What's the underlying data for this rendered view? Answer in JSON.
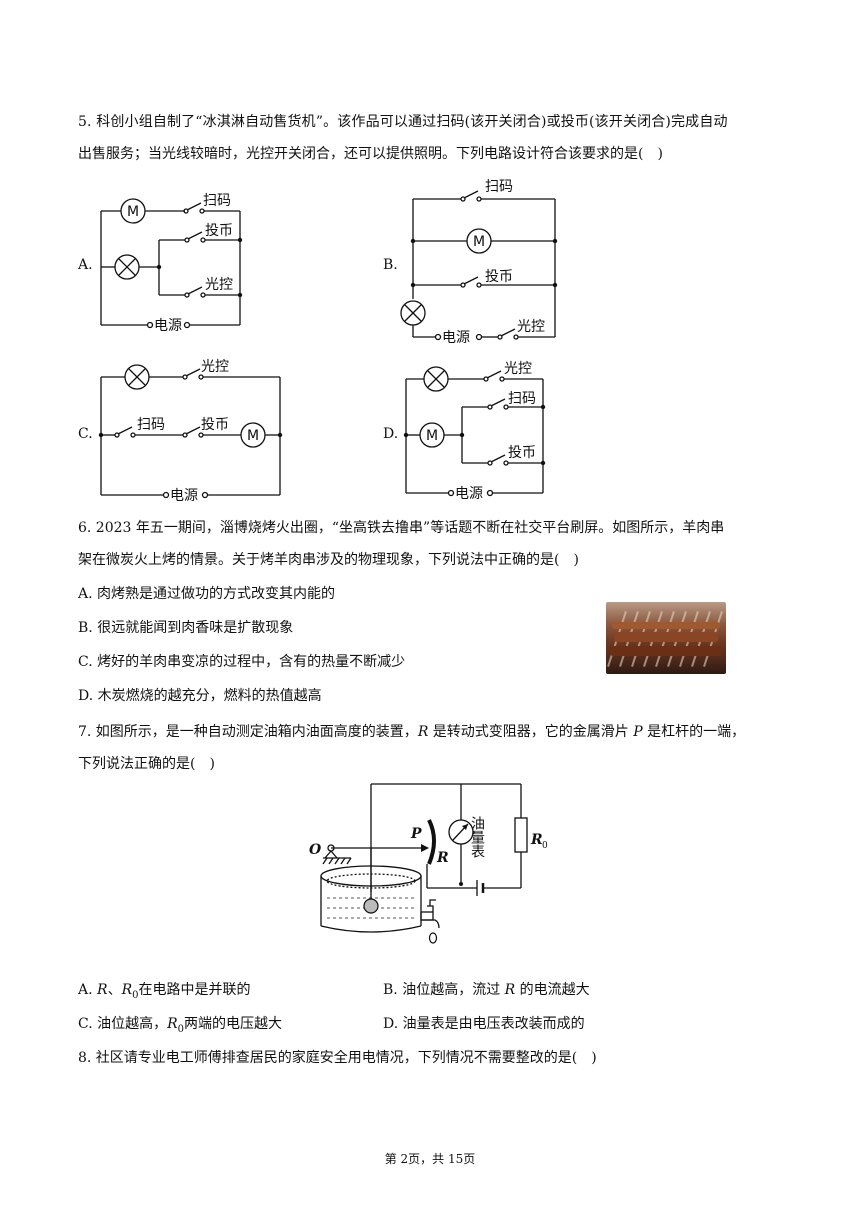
{
  "q5": {
    "line1": "5. 科创小组自制了“冰淇淋自动售货机”。该作品可以通过扫码(该开关闭合)或投币(该开关闭合)完成自动",
    "line2": "出售服务；当光线较暗时，光控开关闭合，还可以提供照明。下列电路设计符合该要求的是(　)",
    "option_labels": [
      "A.",
      "B.",
      "C.",
      "D."
    ],
    "circuit_labels": {
      "scan": "扫码",
      "coin": "投币",
      "light_ctrl": "光控",
      "power": "电源",
      "motor": "M"
    }
  },
  "q6": {
    "line1": "6. 2023 年五一期间，淄博烧烤火出圈，“坐高铁去撸串”等话题不断在社交平台刷屏。如图所示，羊肉串",
    "line2": "架在微炭火上烤的情景。关于烤羊肉串涉及的物理现象，下列说法中正确的是(　)",
    "options": [
      "A. 肉烤熟是通过做功的方式改变其内能的",
      "B. 很远就能闻到肉香味是扩散现象",
      "C. 烤好的羊肉串变凉的过程中，含有的热量不断减少",
      "D. 木炭燃烧的越充分，燃料的热值越高"
    ]
  },
  "q7": {
    "line1_a": "7. 如图所示，是一种自动测定油箱内油面高度的装置，",
    "line1_r": "R",
    "line1_b": " 是转动式变阻器，它的金属滑片 ",
    "line1_p": "P",
    "line1_c": " 是杠杆的一端，",
    "line2": "下列说法正确的是(　)",
    "figure_labels": {
      "pivot": "O",
      "slider": "P",
      "resistor": "R",
      "fixed_resistor": "R",
      "fixed_resistor_sub": "0",
      "meter": "油量表"
    },
    "options": {
      "A_pre": "A. ",
      "A_r": "R",
      "A_mid": "、",
      "A_r0": "R",
      "A_r0_sub": "0",
      "A_post": "在电路中是并联的",
      "B_pre": "B. 油位越高，流过 ",
      "B_r": "R",
      "B_post": " 的电流越大",
      "C_pre": "C. 油位越高，",
      "C_r0": "R",
      "C_r0_sub": "0",
      "C_post": "两端的电压越大",
      "D": "D. 油量表是由电压表改装而成的"
    }
  },
  "q8": {
    "line1": "8. 社区请专业电工师傅排查居民的家庭安全用电情况，下列情况不需要整改的是(　)"
  },
  "footer": "第 2页，共 15页"
}
